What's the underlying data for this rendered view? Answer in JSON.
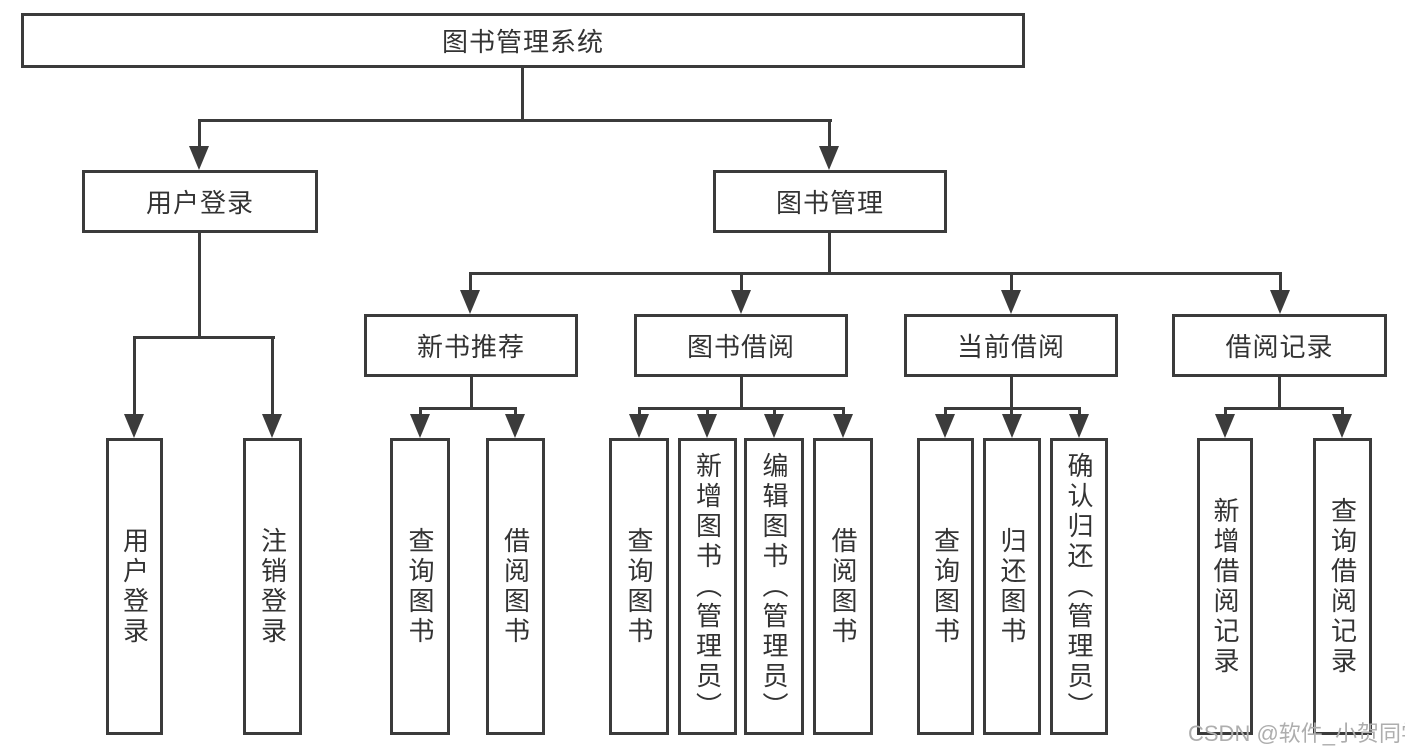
{
  "diagram": {
    "watermark": "CSDN @软件_小贺同学",
    "colors": {
      "line": "#3b3b3b",
      "box_border": "#3b3b3b",
      "box_background": "#ffffff",
      "text": "#333333",
      "watermark_text": "#aeaeae"
    },
    "tree": {
      "label": "图书管理系统",
      "children": [
        {
          "label": "用户登录",
          "children": [
            {
              "label": "用户登录"
            },
            {
              "label": "注销登录"
            }
          ]
        },
        {
          "label": "图书管理",
          "children": [
            {
              "label": "新书推荐",
              "children": [
                {
                  "label": "查询图书"
                },
                {
                  "label": "借阅图书"
                }
              ]
            },
            {
              "label": "图书借阅",
              "children": [
                {
                  "label": "查询图书"
                },
                {
                  "label": "新增图书（管理员）"
                },
                {
                  "label": "编辑图书（管理员）"
                },
                {
                  "label": "借阅图书"
                }
              ]
            },
            {
              "label": "当前借阅",
              "children": [
                {
                  "label": "查询图书"
                },
                {
                  "label": "归还图书"
                },
                {
                  "label": "确认归还（管理员）"
                }
              ]
            },
            {
              "label": "借阅记录",
              "children": [
                {
                  "label": "新增借阅记录"
                },
                {
                  "label": "查询借阅记录"
                }
              ]
            }
          ]
        }
      ]
    }
  }
}
